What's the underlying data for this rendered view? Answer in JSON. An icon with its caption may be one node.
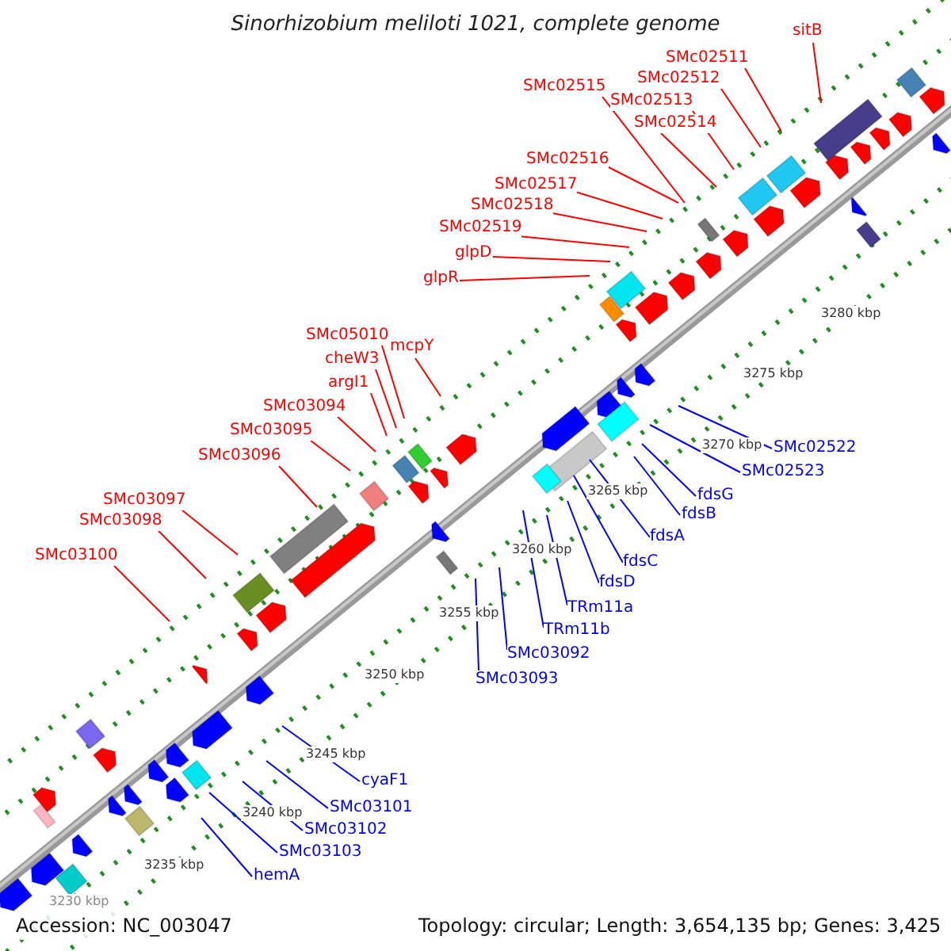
{
  "diagram": {
    "title": "Sinorhizobium meliloti 1021, complete genome",
    "nodes": [
      {
        "text": [
          "sitB"
        ]
      },
      {
        "text": [
          "SMc02511"
        ]
      },
      {
        "text": [
          "SMc02512"
        ]
      },
      {
        "text": [
          "SMc02513"
        ]
      },
      {
        "text": [
          "SMc02514"
        ]
      },
      {
        "text": [
          "SMc02515"
        ]
      },
      {
        "text": [
          "SMc02516"
        ]
      },
      {
        "text": [
          "SMc02517"
        ]
      },
      {
        "text": [
          "SMc02518"
        ]
      },
      {
        "text": [
          "SMc02519"
        ]
      },
      {
        "text": [
          "glpD"
        ]
      },
      {
        "text": [
          "glpR"
        ]
      },
      {
        "text": [
          "mcpY"
        ]
      },
      {
        "text": [
          "SMc05010"
        ]
      },
      {
        "text": [
          "cheW3"
        ]
      },
      {
        "text": [
          "argI1"
        ]
      },
      {
        "text": [
          "SMc03094"
        ]
      },
      {
        "text": [
          "SMc03095"
        ]
      },
      {
        "text": [
          "SMc03096"
        ]
      },
      {
        "text": [
          "SMc03097"
        ]
      },
      {
        "text": [
          "SMc03098"
        ]
      },
      {
        "text": [
          "SMc03100"
        ]
      },
      {
        "text": [
          "SMc02522"
        ]
      },
      {
        "text": [
          "SMc02523"
        ]
      },
      {
        "text": [
          "fdsG"
        ]
      },
      {
        "text": [
          "fdsB"
        ]
      },
      {
        "text": [
          "fdsA"
        ]
      },
      {
        "text": [
          "fdsC"
        ]
      },
      {
        "text": [
          "fdsD"
        ]
      },
      {
        "text": [
          "TRm11a"
        ]
      },
      {
        "text": [
          "TRm11b"
        ]
      },
      {
        "text": [
          "SMc03092"
        ]
      },
      {
        "text": [
          "SMc03093"
        ]
      },
      {
        "text": [
          "cyaF1"
        ]
      },
      {
        "text": [
          "SMc03101"
        ]
      },
      {
        "text": [
          "SMc03102"
        ]
      },
      {
        "text": [
          "SMc03103"
        ]
      },
      {
        "text": [
          "hemA"
        ]
      }
    ],
    "edges": [
      {
        "from": 0,
        "to": null,
        "arrow": "none"
      },
      {
        "from": 1,
        "to": null,
        "arrow": "none"
      },
      {
        "from": 2,
        "to": null,
        "arrow": "none"
      },
      {
        "from": 3,
        "to": null,
        "arrow": "none"
      },
      {
        "from": 4,
        "to": null,
        "arrow": "none"
      },
      {
        "from": 5,
        "to": null,
        "arrow": "none"
      },
      {
        "from": 6,
        "to": null,
        "arrow": "none"
      },
      {
        "from": 7,
        "to": null,
        "arrow": "none"
      },
      {
        "from": 8,
        "to": null,
        "arrow": "none"
      },
      {
        "from": 9,
        "to": null,
        "arrow": "none"
      },
      {
        "from": 10,
        "to": null,
        "arrow": "none"
      },
      {
        "from": 11,
        "to": null,
        "arrow": "none"
      },
      {
        "from": 12,
        "to": null,
        "arrow": "none"
      },
      {
        "from": 13,
        "to": null,
        "arrow": "none"
      },
      {
        "from": 14,
        "to": null,
        "arrow": "none"
      },
      {
        "from": 15,
        "to": null,
        "arrow": "none"
      },
      {
        "from": 16,
        "to": null,
        "arrow": "none"
      },
      {
        "from": 17,
        "to": null,
        "arrow": "none"
      },
      {
        "from": 18,
        "to": null,
        "arrow": "none"
      },
      {
        "from": 19,
        "to": null,
        "arrow": "none"
      },
      {
        "from": 20,
        "to": null,
        "arrow": "none"
      },
      {
        "from": 21,
        "to": null,
        "arrow": "none"
      },
      {
        "from": 22,
        "to": null,
        "arrow": "none",
        "color": "#0000ff"
      },
      {
        "from": 23,
        "to": null,
        "arrow": "none",
        "color": "#0000ff"
      },
      {
        "from": 24,
        "to": null,
        "arrow": "none",
        "color": "#0000ff"
      },
      {
        "from": 25,
        "to": null,
        "arrow": "none",
        "color": "#0000ff"
      },
      {
        "from": 26,
        "to": null,
        "arrow": "none",
        "color": "#0000ff"
      },
      {
        "from": 27,
        "to": null,
        "arrow": "none",
        "color": "#0000ff"
      },
      {
        "from": 28,
        "to": null,
        "arrow": "none",
        "color": "#0000ff"
      },
      {
        "from": 29,
        "to": null,
        "arrow": "none",
        "color": "#0000ff"
      },
      {
        "from": 30,
        "to": null,
        "arrow": "none",
        "color": "#0000ff"
      },
      {
        "from": 31,
        "to": null,
        "arrow": "none",
        "color": "#0000ff"
      },
      {
        "from": 32,
        "to": null,
        "arrow": "none",
        "color": "#0000ff"
      },
      {
        "from": 33,
        "to": null,
        "arrow": "none",
        "color": "#0000ff"
      },
      {
        "from": 34,
        "to": null,
        "arrow": "none",
        "color": "#0000ff"
      },
      {
        "from": 35,
        "to": null,
        "arrow": "none",
        "color": "#0000ff"
      },
      {
        "from": 36,
        "to": null,
        "arrow": "none",
        "color": "#0000ff"
      },
      {
        "from": 37,
        "to": null,
        "arrow": "none",
        "color": "#0000ff"
      }
    ],
    "labels": [
      "3280 kbp",
      "3275 kbp",
      "3270 kbp",
      "3265 kbp",
      "3260 kbp",
      "3255 kbp",
      "3250 kbp",
      "3245 kbp",
      "3240 kbp",
      "3235 kbp",
      "3230 kbp",
      "Accession: NC_003047",
      "Topology: circular; Length: 3,654,135 bp; Genes: 3,425"
    ]
  }
}
